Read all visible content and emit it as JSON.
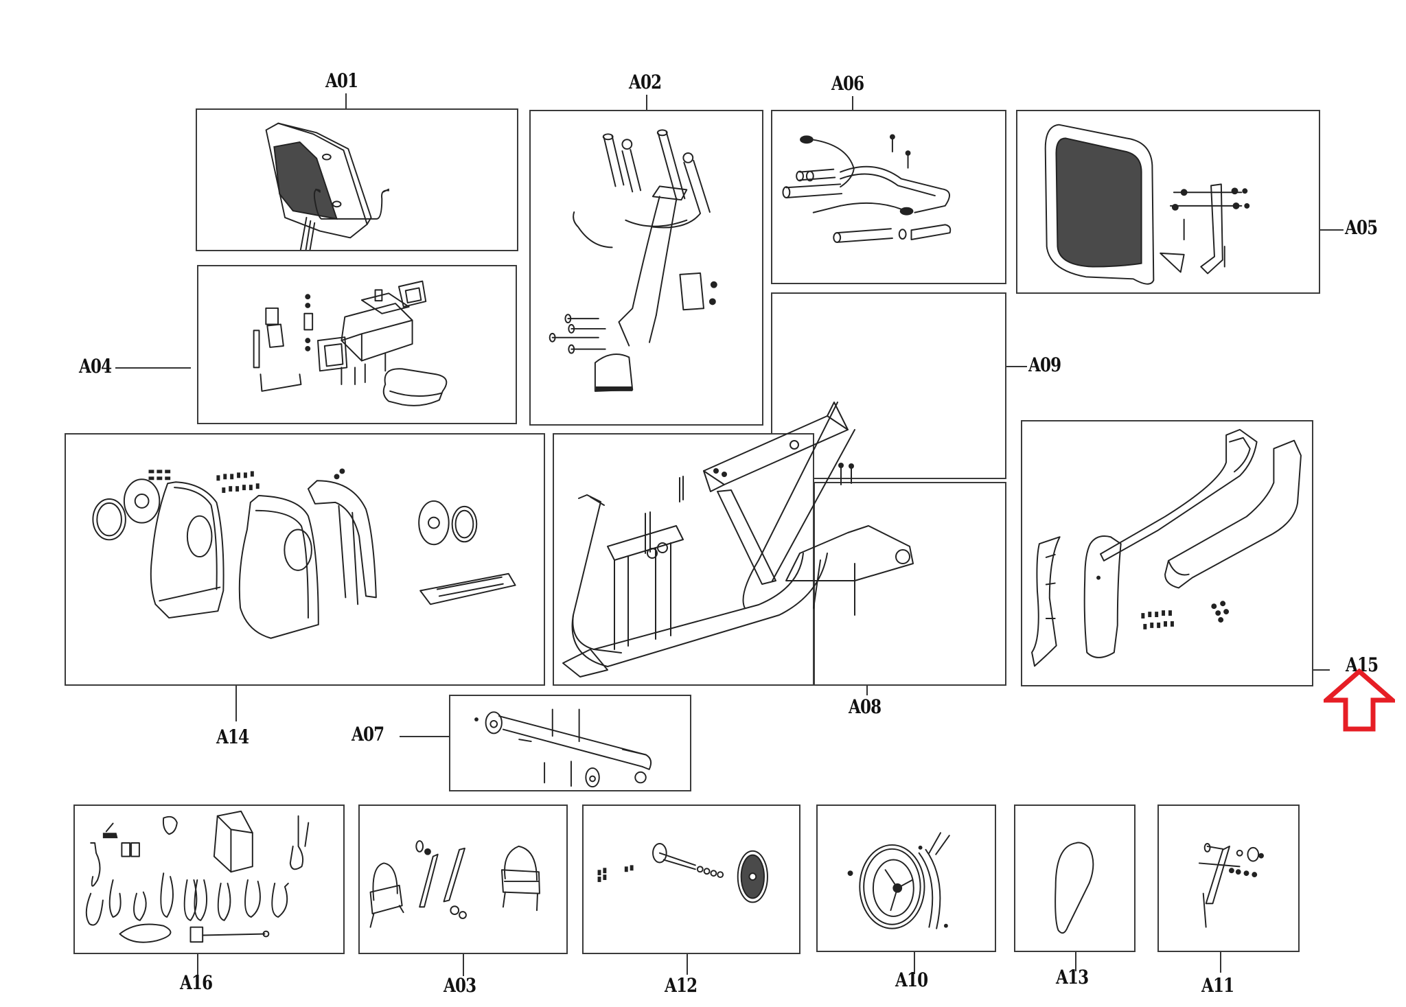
{
  "diagram": {
    "type": "exploded parts breakdown",
    "parts": [
      {
        "id": "A01",
        "label": "A01",
        "content": "console with cable"
      },
      {
        "id": "A02",
        "label": "A02",
        "content": "handlebar post with grips, bolts and cover"
      },
      {
        "id": "A03",
        "label": "A03",
        "content": "pedals and crank arms"
      },
      {
        "id": "A04",
        "label": "A04",
        "content": "seat slider assembly and seat"
      },
      {
        "id": "A05",
        "label": "A05",
        "content": "backrest with bracket and hardware"
      },
      {
        "id": "A06",
        "label": "A06",
        "content": "front handlebar with pulse sensors and foam grips"
      },
      {
        "id": "A07",
        "label": "A07",
        "content": "front stabilizer with wheels"
      },
      {
        "id": "A08",
        "label": "A08",
        "content": "rear stabilizer / base frame section"
      },
      {
        "id": "A09",
        "label": "A09",
        "content": "seat rail frame"
      },
      {
        "id": "A10",
        "label": "A10",
        "content": "flywheel with magnet bracket"
      },
      {
        "id": "A11",
        "label": "A11",
        "content": "idler arm with spring"
      },
      {
        "id": "A12",
        "label": "A12",
        "content": "crank axle and drive pulley"
      },
      {
        "id": "A13",
        "label": "A13",
        "content": "drive belt"
      },
      {
        "id": "A14",
        "label": "A14",
        "content": "side covers and hardware"
      },
      {
        "id": "A15",
        "label": "A15",
        "content": "seat rail covers and hardware"
      },
      {
        "id": "A16",
        "label": "A16",
        "content": "electronics, wires and motor"
      }
    ],
    "highlight": {
      "target": "A15",
      "marker": "up-arrow",
      "color": "#e61e25"
    }
  },
  "colors": {
    "line": "#222222",
    "border": "#3a3a3a",
    "highlight": "#e61e25",
    "background": "#ffffff"
  }
}
